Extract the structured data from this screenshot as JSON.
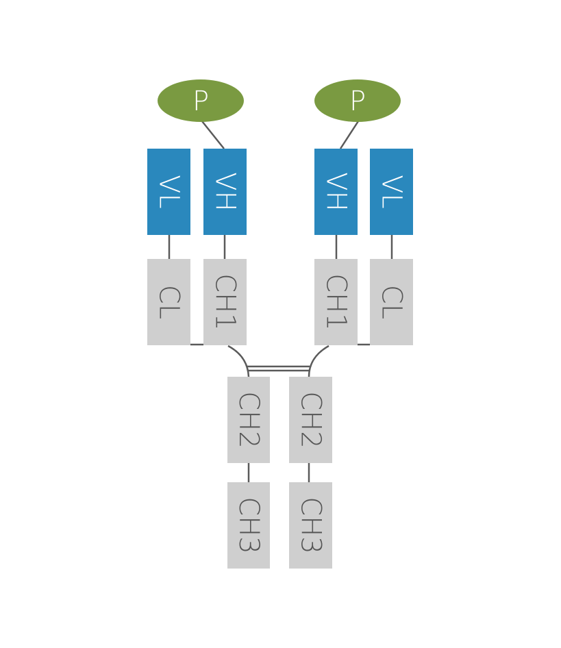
{
  "colors": {
    "paratope": "#7a9a41",
    "variable": "#2a88bd",
    "constant": "#cfcfcf",
    "line": "#5a5a5a",
    "label_light": "#ffffff",
    "label_dark": "#555555"
  },
  "diagram": {
    "paratopes": [
      {
        "id": "p-left",
        "label": "P"
      },
      {
        "id": "p-right",
        "label": "P"
      }
    ],
    "domains": [
      {
        "id": "vl-left",
        "label": "VL",
        "kind": "variable"
      },
      {
        "id": "vh-left",
        "label": "VH",
        "kind": "variable"
      },
      {
        "id": "vh-right",
        "label": "VH",
        "kind": "variable"
      },
      {
        "id": "vl-right",
        "label": "VL",
        "kind": "variable"
      },
      {
        "id": "cl-left",
        "label": "CL",
        "kind": "constant"
      },
      {
        "id": "ch1-left",
        "label": "CH1",
        "kind": "constant"
      },
      {
        "id": "ch1-right",
        "label": "CH1",
        "kind": "constant"
      },
      {
        "id": "cl-right",
        "label": "CL",
        "kind": "constant"
      },
      {
        "id": "ch2-left",
        "label": "CH2",
        "kind": "constant"
      },
      {
        "id": "ch2-right",
        "label": "CH2",
        "kind": "constant"
      },
      {
        "id": "ch3-left",
        "label": "CH3",
        "kind": "constant"
      },
      {
        "id": "ch3-right",
        "label": "CH3",
        "kind": "constant"
      }
    ]
  }
}
